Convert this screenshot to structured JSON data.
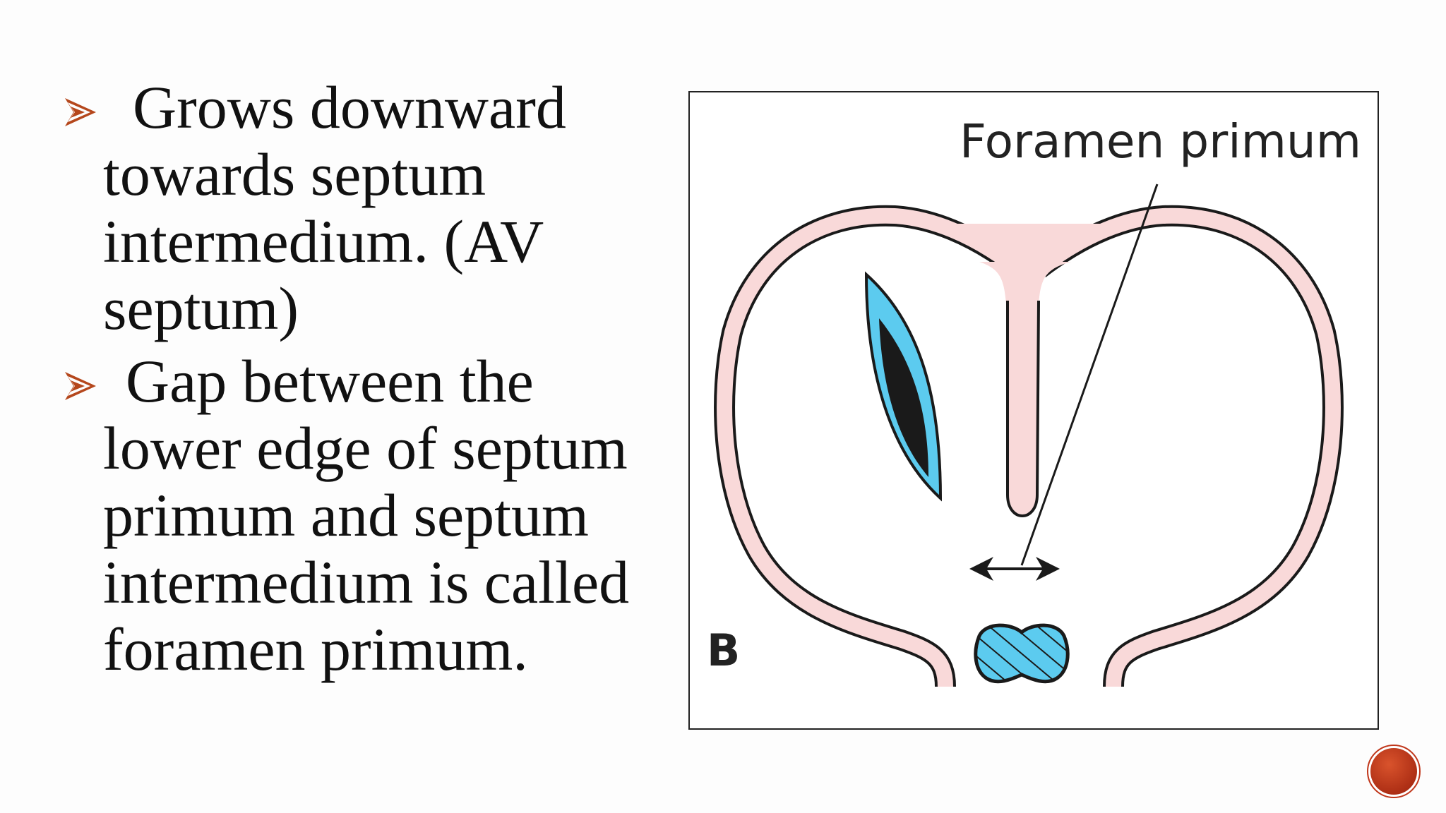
{
  "bullets": [
    {
      "lines": [
        "Grows downward",
        "towards septum",
        "intermedium. (AV",
        "septum)"
      ]
    },
    {
      "lines": [
        "Gap between the",
        "lower edge of septum",
        "primum and septum",
        "intermedium is called",
        "foramen primum."
      ]
    }
  ],
  "figure": {
    "label": "Foramen primum",
    "panel_letter": "B"
  },
  "colors": {
    "bullet_arrow": "#b5471c",
    "heart_wall": "#f9d9d9",
    "valve_blue": "#5ccbef",
    "nav_button": "#c0361a"
  },
  "icons": {
    "bullet": "arrowhead-bullet-icon",
    "nav": "red-circle-button"
  }
}
